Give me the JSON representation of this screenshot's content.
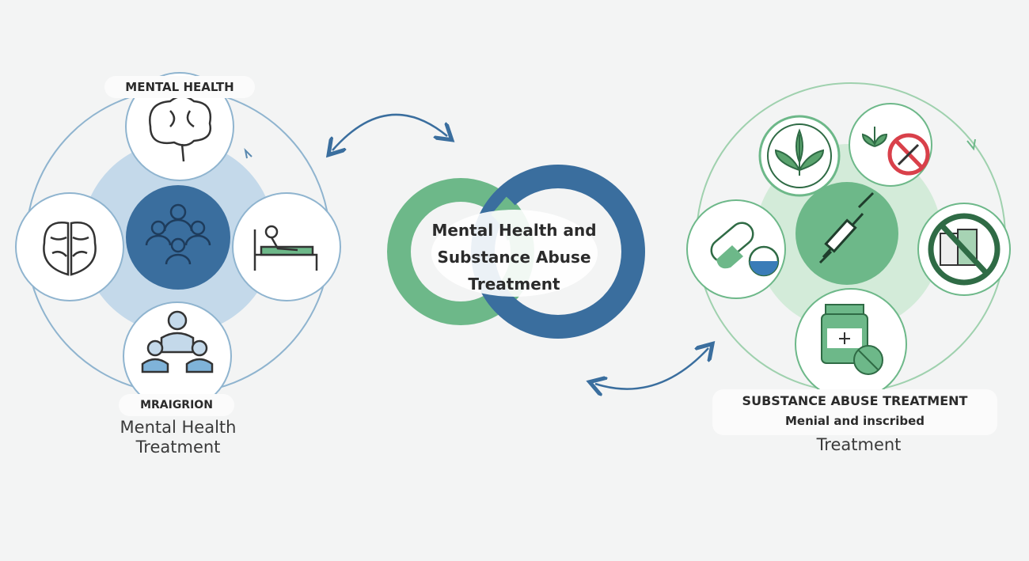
{
  "center": {
    "title_line1": "Mental Health and",
    "title_line2": "Substance Abuse",
    "title_line3": "Treatment"
  },
  "left_cluster": {
    "top_label": "MENTAL HEALTH",
    "bottom_caption": "MRAIGRION",
    "bottom_title_line1": "Mental Health",
    "bottom_title_line2": "Treatment",
    "icons": [
      "brain-icon",
      "brain-hemispheres-icon",
      "group-icon",
      "patient-bed-icon",
      "therapist-group-icon"
    ]
  },
  "right_cluster": {
    "title": "SUBSTANCE ABUSE TREATMENT",
    "subtitle": "Menial and inscribed",
    "bottom_title": "Treatment",
    "icons": [
      "cannabis-leaf-icon",
      "no-drugs-icon",
      "syringe-icon",
      "pill-capsule-icon",
      "no-medication-icon",
      "medicine-bottle-icon"
    ]
  },
  "colors": {
    "blue_dark": "#3a6e9e",
    "blue_light": "#c4d9ea",
    "green": "#6db889",
    "green_light": "#d3ebd9",
    "red": "#d9404a"
  }
}
